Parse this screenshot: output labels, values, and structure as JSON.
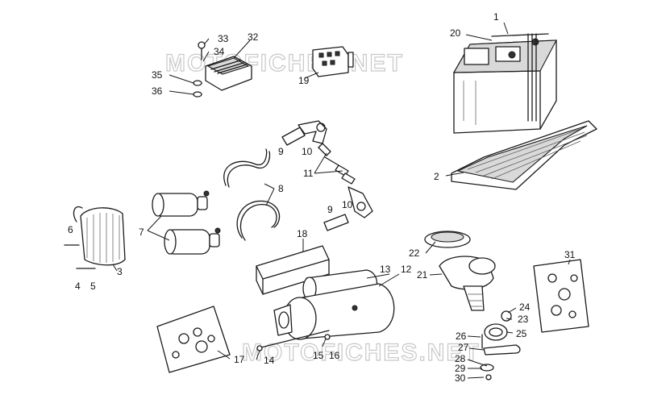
{
  "watermark": {
    "text": "MOTOFICHES.NET",
    "color": "#c8c8c8"
  },
  "callouts": {
    "n1": "1",
    "n2": "2",
    "n3": "3",
    "n4": "4",
    "n5": "5",
    "n6": "6",
    "n7": "7",
    "n8": "8",
    "n9a": "9",
    "n9b": "9",
    "n10a": "10",
    "n10b": "10",
    "n11": "11",
    "n12": "12",
    "n13": "13",
    "n14": "14",
    "n15": "15",
    "n16": "16",
    "n17": "17",
    "n18": "18",
    "n19": "19",
    "n20": "20",
    "n21": "21",
    "n22": "22",
    "n23": "23",
    "n24": "24",
    "n25": "25",
    "n26": "26",
    "n27": "27",
    "n28": "28",
    "n29": "29",
    "n30": "30",
    "n31": "31",
    "n32": "32",
    "n33": "33",
    "n34": "34",
    "n35": "35",
    "n36": "36"
  }
}
